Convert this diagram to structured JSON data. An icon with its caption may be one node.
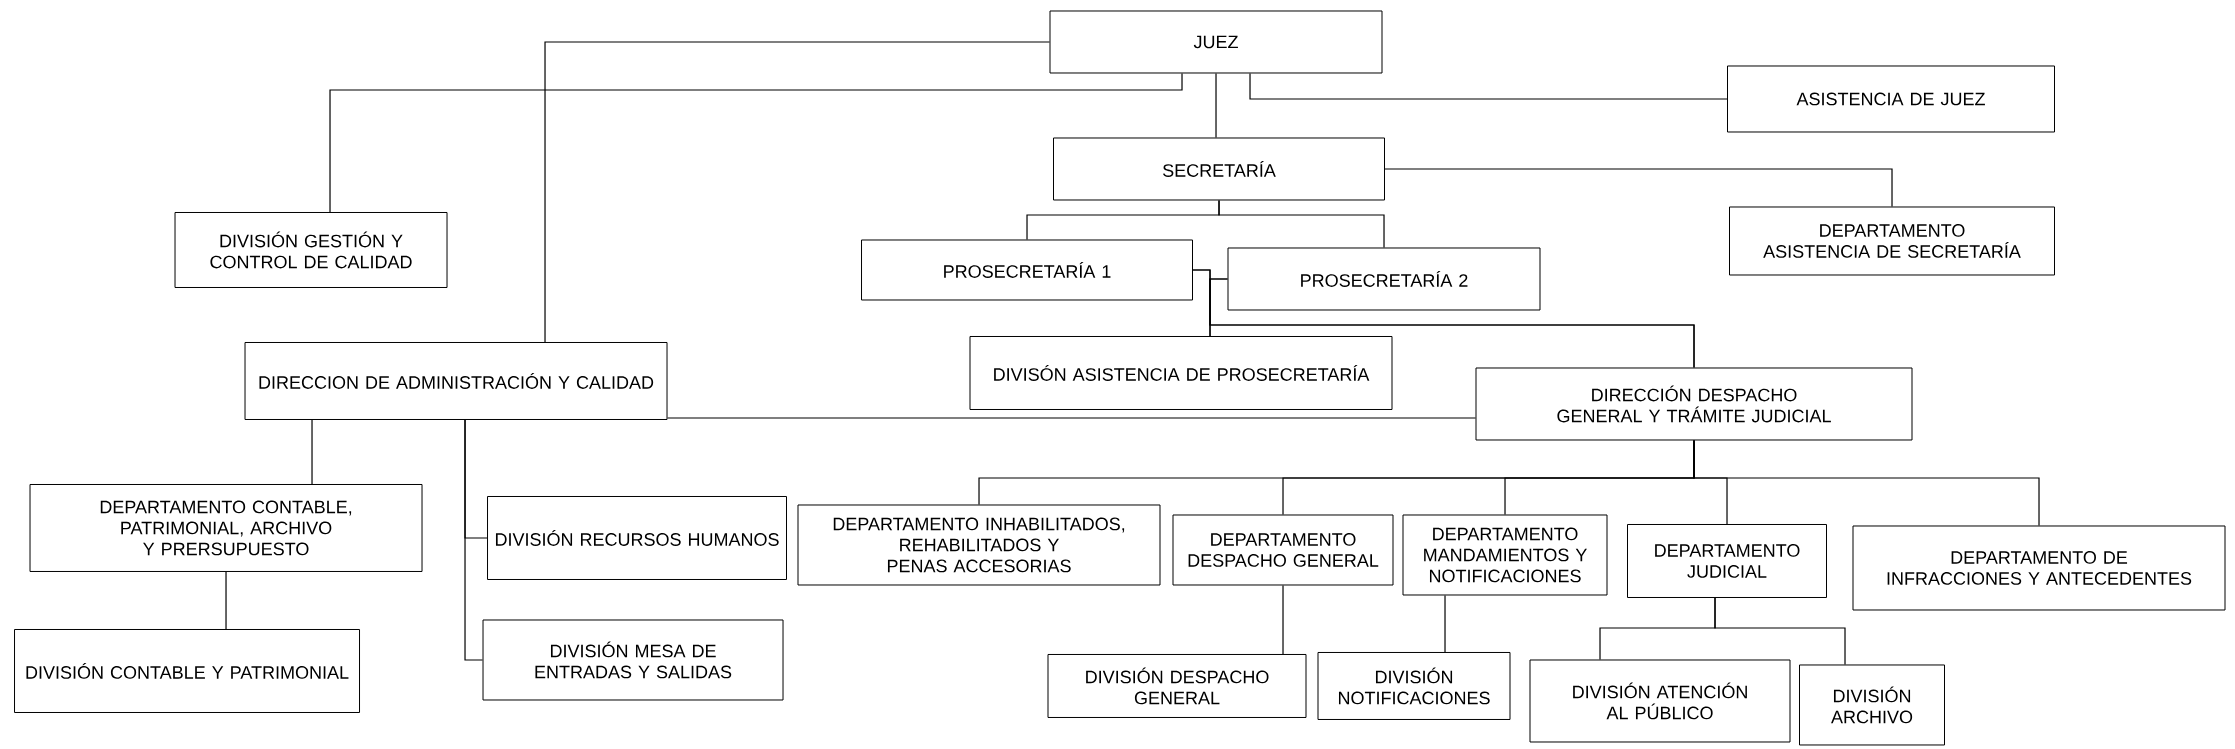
{
  "diagram": {
    "nodes": [
      {
        "text": [
          "JUEZ"
        ]
      },
      {
        "text": [
          "ASISTENCIA DE JUEZ"
        ]
      },
      {
        "text": [
          "DIVISIÓN GESTIÓN Y CONTROL DE CALIDAD"
        ]
      },
      {
        "text": [
          "SECRETARÍA"
        ]
      },
      {
        "text": [
          "DEPARTAMENTO ASISTENCIA DE SECRETARÍA"
        ]
      },
      {
        "text": [
          "PROSECRETARÍA 1"
        ]
      },
      {
        "text": [
          "PROSECRETARÍA 2"
        ]
      },
      {
        "text": [
          "DIRECCION DE ADMINISTRACIÓN Y CALIDAD"
        ]
      },
      {
        "text": [
          "DIVISÓN ASISTENCIA DE PROSECRETARÍA"
        ]
      },
      {
        "text": [
          "DIRECCIÓN DESPACHO GENERAL Y TRÁMITE JUDICIAL"
        ]
      },
      {
        "text": [
          "DEPARTAMENTO CONTABLE, PATRIMONIAL, ARCHIVO Y PRERSUPUESTO"
        ]
      },
      {
        "text": [
          "DIVISIÓN RECURSOS HUMANOS"
        ]
      },
      {
        "text": [
          "DEPARTAMENTO INHABILITADOS, REHABILITADOS Y PENAS ACCESORIAS"
        ]
      },
      {
        "text": [
          "DEPARTAMENTO DESPACHO GENERAL"
        ]
      },
      {
        "text": [
          "DEPARTAMENTO MANDAMIENTOS Y NOTIFICACIONES"
        ]
      },
      {
        "text": [
          "DEPARTAMENTO JUDICIAL"
        ]
      },
      {
        "text": [
          "DEPARTAMENTO DE INFRACCIONES Y ANTECEDENTES"
        ]
      },
      {
        "text": [
          "DIVISIÓN CONTABLE Y PATRIMONIAL"
        ]
      },
      {
        "text": [
          "DIVISIÓN MESA DE ENTRADAS Y SALIDAS"
        ]
      },
      {
        "text": [
          "DIVISIÓN DESPACHO GENERAL"
        ]
      },
      {
        "text": [
          "DIVISIÓN NOTIFICACIONES"
        ]
      },
      {
        "text": [
          "DIVISIÓN ATENCIÓN AL PÚBLICO"
        ]
      },
      {
        "text": [
          "DIVISIÓN ARCHIVO"
        ]
      }
    ],
    "edges": [
      {
        "from": 0,
        "to": 1,
        "arrow": "none"
      },
      {
        "from": 0,
        "to": 2,
        "arrow": "none"
      },
      {
        "from": 0,
        "to": 7,
        "arrow": "none"
      },
      {
        "from": 0,
        "to": 3,
        "arrow": "none"
      },
      {
        "from": 3,
        "to": 4,
        "arrow": "none"
      },
      {
        "from": 3,
        "to": 5,
        "arrow": "none"
      },
      {
        "from": 3,
        "to": 6,
        "arrow": "none"
      },
      {
        "from": 5,
        "to": 8,
        "arrow": "none"
      },
      {
        "from": 6,
        "to": 8,
        "arrow": "none"
      },
      {
        "from": 5,
        "to": 9,
        "arrow": "none"
      },
      {
        "from": 6,
        "to": 9,
        "arrow": "none"
      },
      {
        "from": 7,
        "to": 9,
        "arrow": "none"
      },
      {
        "from": 9,
        "to": 12,
        "arrow": "none"
      },
      {
        "from": 9,
        "to": 13,
        "arrow": "none"
      },
      {
        "from": 9,
        "to": 14,
        "arrow": "none"
      },
      {
        "from": 9,
        "to": 15,
        "arrow": "none"
      },
      {
        "from": 9,
        "to": 16,
        "arrow": "none"
      },
      {
        "from": 7,
        "to": 10,
        "arrow": "none"
      },
      {
        "from": 7,
        "to": 11,
        "arrow": "none"
      },
      {
        "from": 7,
        "to": 18,
        "arrow": "none"
      },
      {
        "from": 10,
        "to": 17,
        "arrow": "none"
      },
      {
        "from": 13,
        "to": 19,
        "arrow": "none"
      },
      {
        "from": 14,
        "to": 20,
        "arrow": "none"
      },
      {
        "from": 15,
        "to": 21,
        "arrow": "none"
      },
      {
        "from": 15,
        "to": 22,
        "arrow": "none"
      }
    ]
  }
}
